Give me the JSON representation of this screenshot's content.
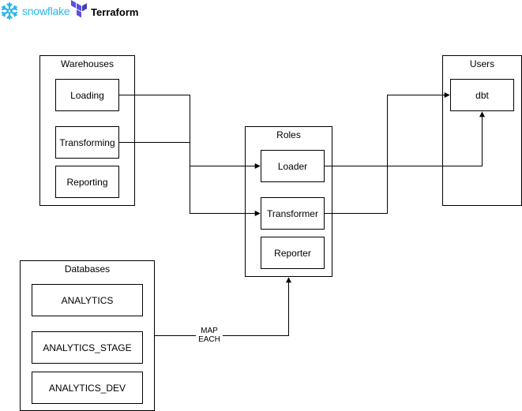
{
  "logos": {
    "snowflake": {
      "text": "snowflake",
      "color": "#29b5e8"
    },
    "terraform": {
      "text": "Terraform",
      "color": "#5c4ee5"
    }
  },
  "warehouses": {
    "title": "Warehouses",
    "items": [
      "Loading",
      "Transforming",
      "Reporting"
    ]
  },
  "databases": {
    "title": "Databases",
    "items": [
      "ANALYTICS",
      "ANALYTICS_STAGE",
      "ANALYTICS_DEV"
    ]
  },
  "roles": {
    "title": "Roles",
    "items": [
      "Loader",
      "Transformer",
      "Reporter"
    ]
  },
  "users": {
    "title": "Users",
    "items": [
      "dbt"
    ]
  },
  "edge_labels": {
    "map_each_line1": "MAP",
    "map_each_line2": "EACH"
  },
  "colors": {
    "line": "#000000",
    "background": "#ffffff"
  }
}
